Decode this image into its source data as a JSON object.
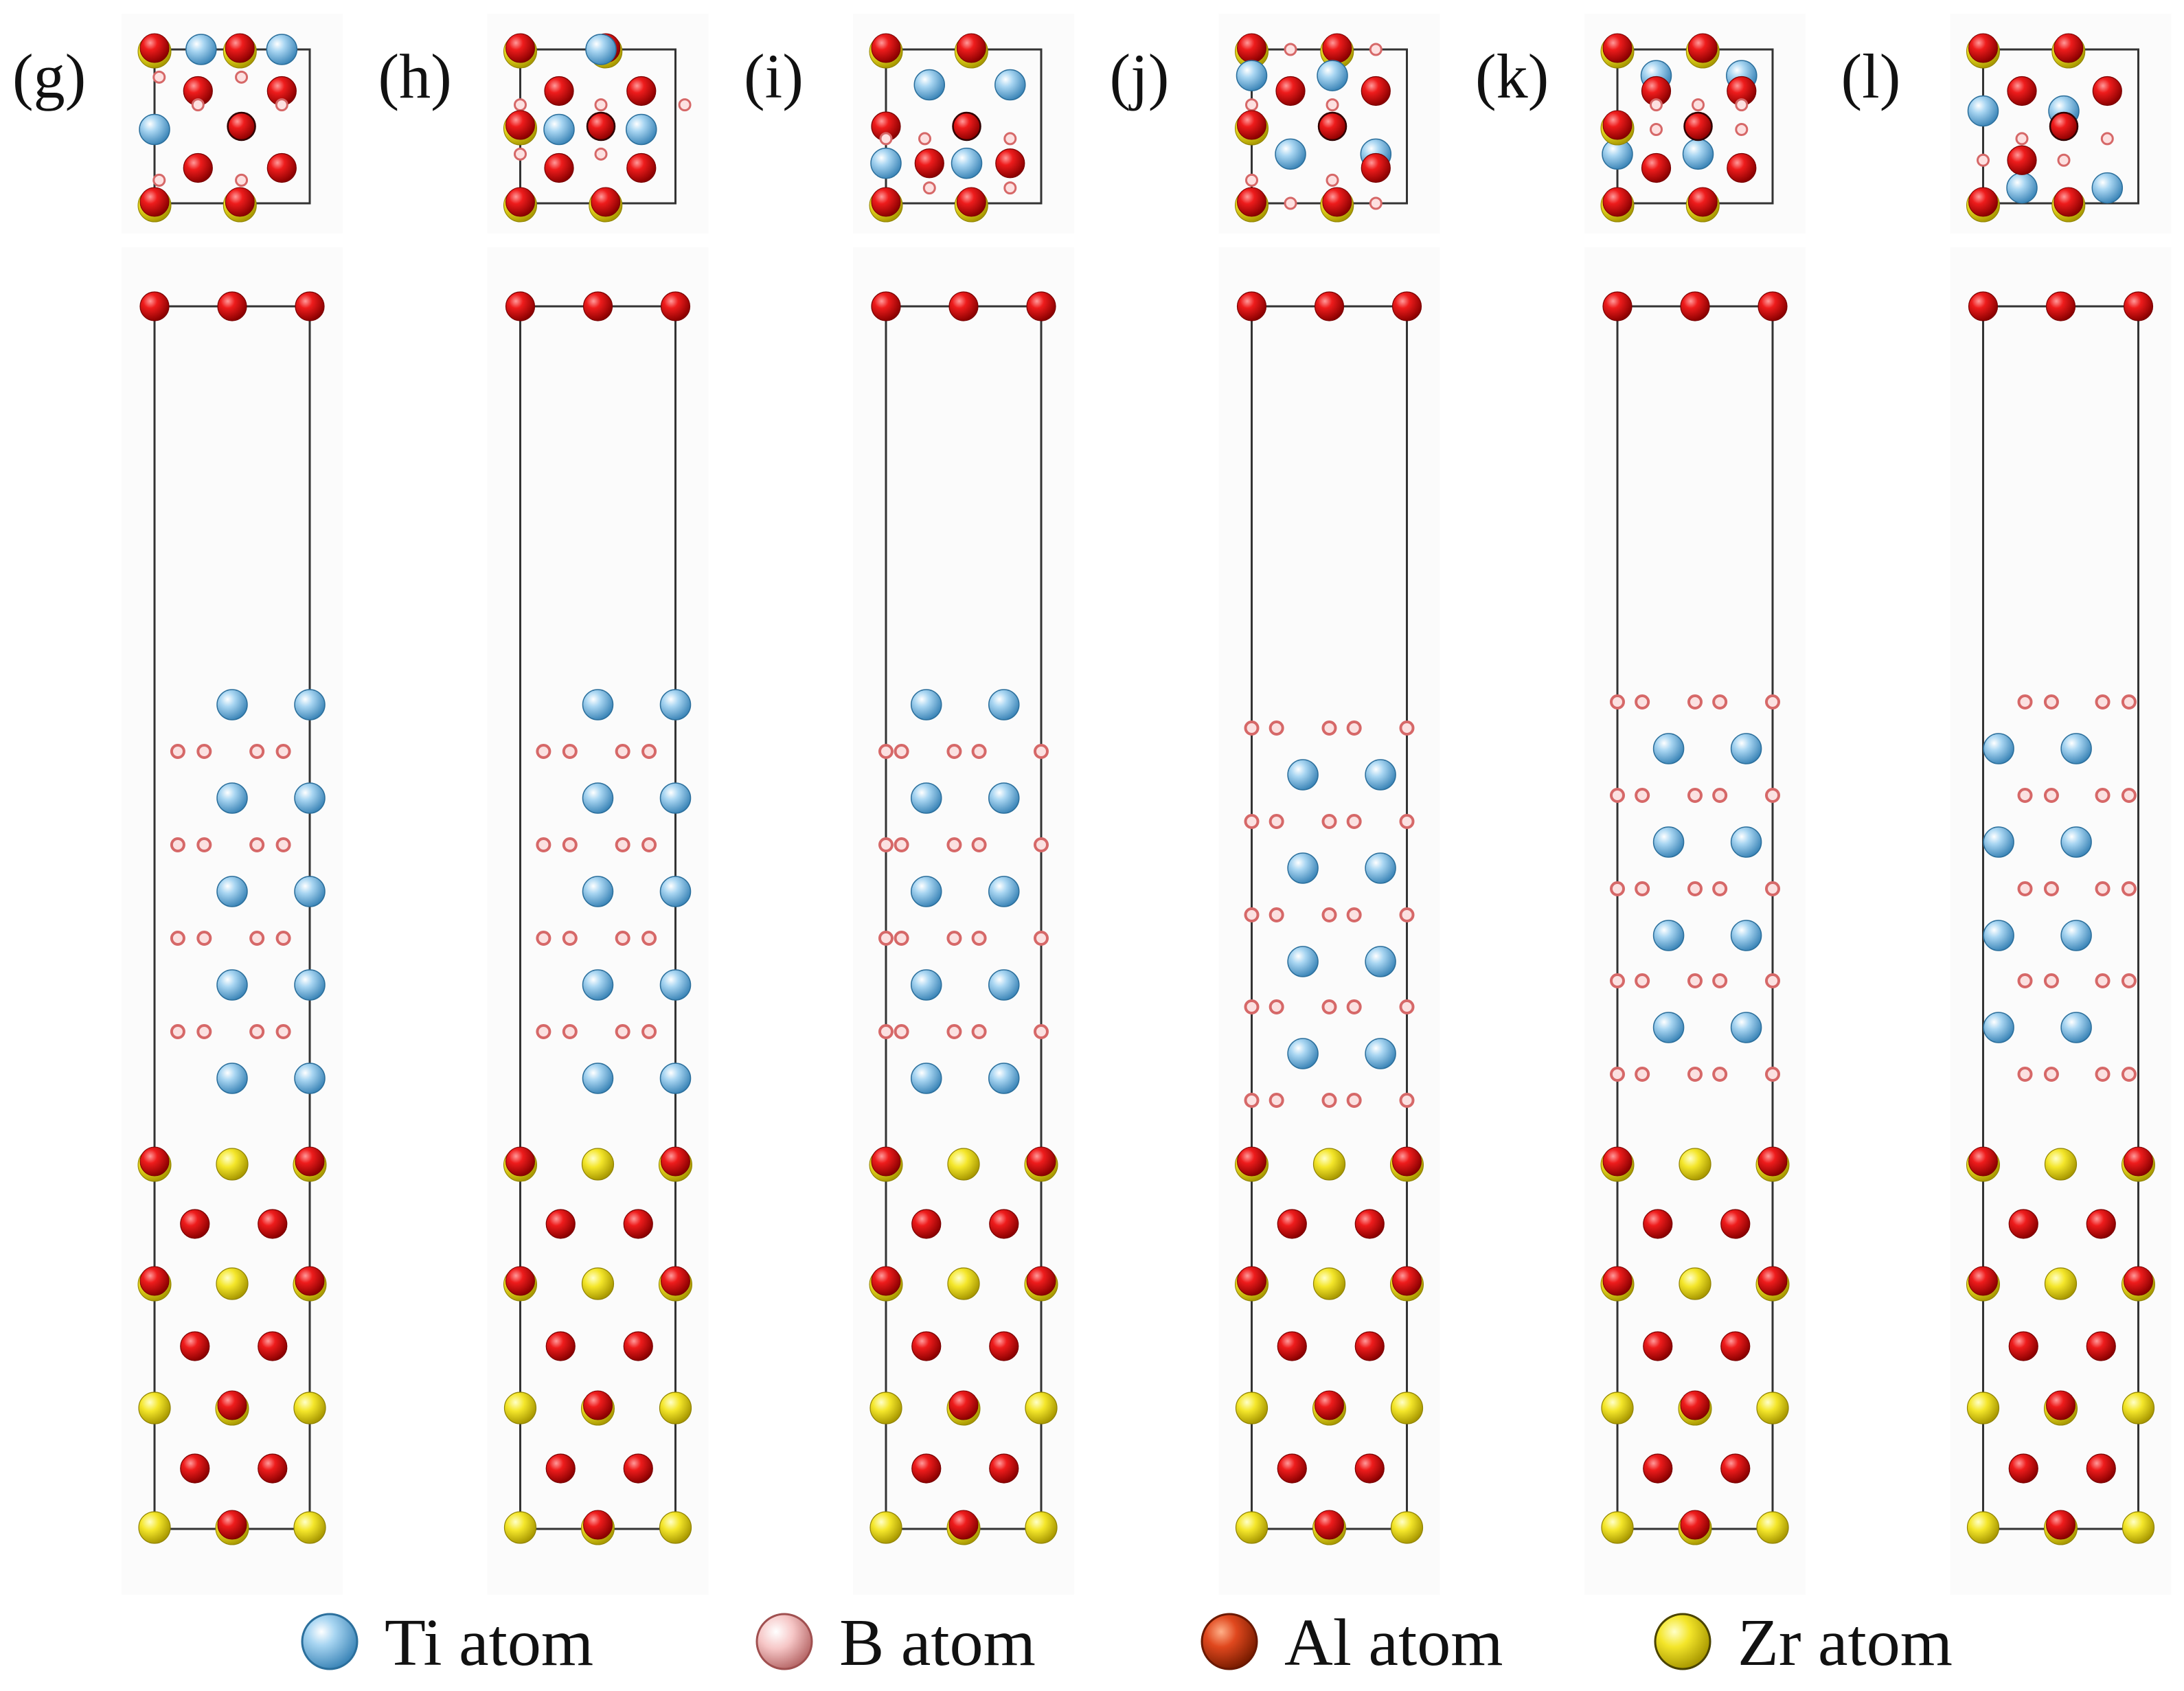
{
  "panels": [
    {
      "label": "(g)",
      "variant": "g"
    },
    {
      "label": "(h)",
      "variant": "h"
    },
    {
      "label": "(i)",
      "variant": "i"
    },
    {
      "label": "(j)",
      "variant": "j"
    },
    {
      "label": "(k)",
      "variant": "k"
    },
    {
      "label": "(l)",
      "variant": "l"
    }
  ],
  "legend": [
    {
      "label": "Ti atom",
      "atom": "ti",
      "color": "#8fc6e8"
    },
    {
      "label": "B atom",
      "atom": "b",
      "color": "#f2b4b4"
    },
    {
      "label": "Al atom",
      "atom": "al",
      "color": "#e0481e"
    },
    {
      "label": "Zr atom",
      "atom": "zr",
      "color": "#f1e21c"
    }
  ],
  "colors": {
    "ti": "#8fc6e8",
    "b": "#e07a7a",
    "o_red": "#e01010",
    "al": "#e0481e",
    "zr": "#f1e21c",
    "cell_line": "#333333"
  }
}
